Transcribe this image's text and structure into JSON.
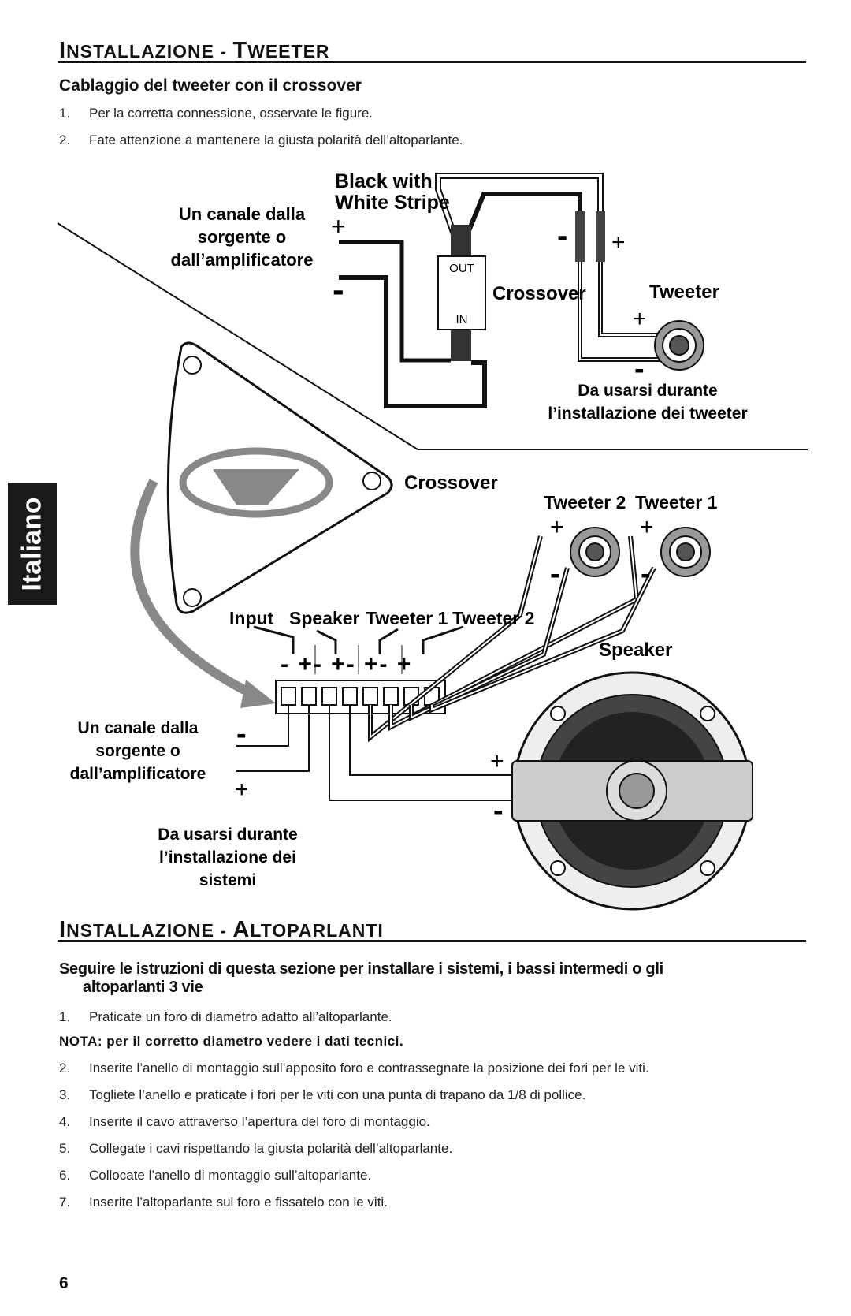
{
  "section1": {
    "title_first": "I",
    "title_rest1": "NSTALLAZIONE - ",
    "title_second": "T",
    "title_rest2": "WEETER",
    "subheading": "Cablaggio del tweeter con il crossover",
    "items": [
      {
        "num": "1.",
        "text": "Per la corretta connessione, osservate le figure."
      },
      {
        "num": "2.",
        "text": "Fate attenzione a mantenere la giusta polarità dell’altoparlante."
      }
    ]
  },
  "diagram1": {
    "wire_label_line1": "Black with",
    "wire_label_line2": "White Stripe",
    "source_line1": "Un canale dalla",
    "source_line2": "sorgente o",
    "source_line3": "dall’amplificatore",
    "plus": "+",
    "minus": "-",
    "out": "OUT",
    "in": "IN",
    "crossover": "Crossover",
    "tweeter": "Tweeter",
    "usage_line1": "Da usarsi durante",
    "usage_line2": "l’installazione dei tweeter"
  },
  "diagram2": {
    "crossover": "Crossover",
    "tweeter2": "Tweeter 2",
    "tweeter1": "Tweeter 1",
    "input": "Input",
    "speaker": "Speaker",
    "term_tweeter1": "Tweeter 1",
    "term_tweeter2": "Tweeter 2",
    "polarity": "- +- +- +- +",
    "speaker_label": "Speaker",
    "source_line1": "Un canale dalla",
    "source_line2": "sorgente o",
    "source_line3": "dall’amplificatore",
    "usage_line1": "Da usarsi durante",
    "usage_line2": "l’installazione dei",
    "usage_line3": "sistemi"
  },
  "section2": {
    "title_first": "I",
    "title_rest1": "NSTALLAZIONE - ",
    "title_second": "A",
    "title_rest2": "LTOPARLANTI",
    "intro_line1": "Seguire le istruzioni di questa sezione per installare i sistemi, i bassi intermedi o gli",
    "intro_line2": "altoparlanti 3 vie",
    "item1": {
      "num": "1.",
      "text": "Praticate un foro di diametro adatto all’altoparlante."
    },
    "note": "NOTA: per il corretto diametro vedere i dati tecnici.",
    "items": [
      {
        "num": "2.",
        "text": "Inserite l’anello di montaggio sull’apposito foro e contrassegnate la posizione dei fori per le viti."
      },
      {
        "num": "3.",
        "text": "Togliete l’anello e praticate i fori per le viti con una punta di trapano da 1/8 di pollice."
      },
      {
        "num": "4.",
        "text": "Inserite il cavo attraverso l’apertura del foro di montaggio."
      },
      {
        "num": "5.",
        "text": "Collegate i cavi rispettando la giusta polarità dell’altoparlante."
      },
      {
        "num": "6.",
        "text": "Collocate l’anello di montaggio sull’altoparlante."
      },
      {
        "num": "7.",
        "text": "Inserite l’altoparlante sul foro e fissatelo con le viti."
      }
    ]
  },
  "side_tab": "Italiano",
  "page_number": "6"
}
